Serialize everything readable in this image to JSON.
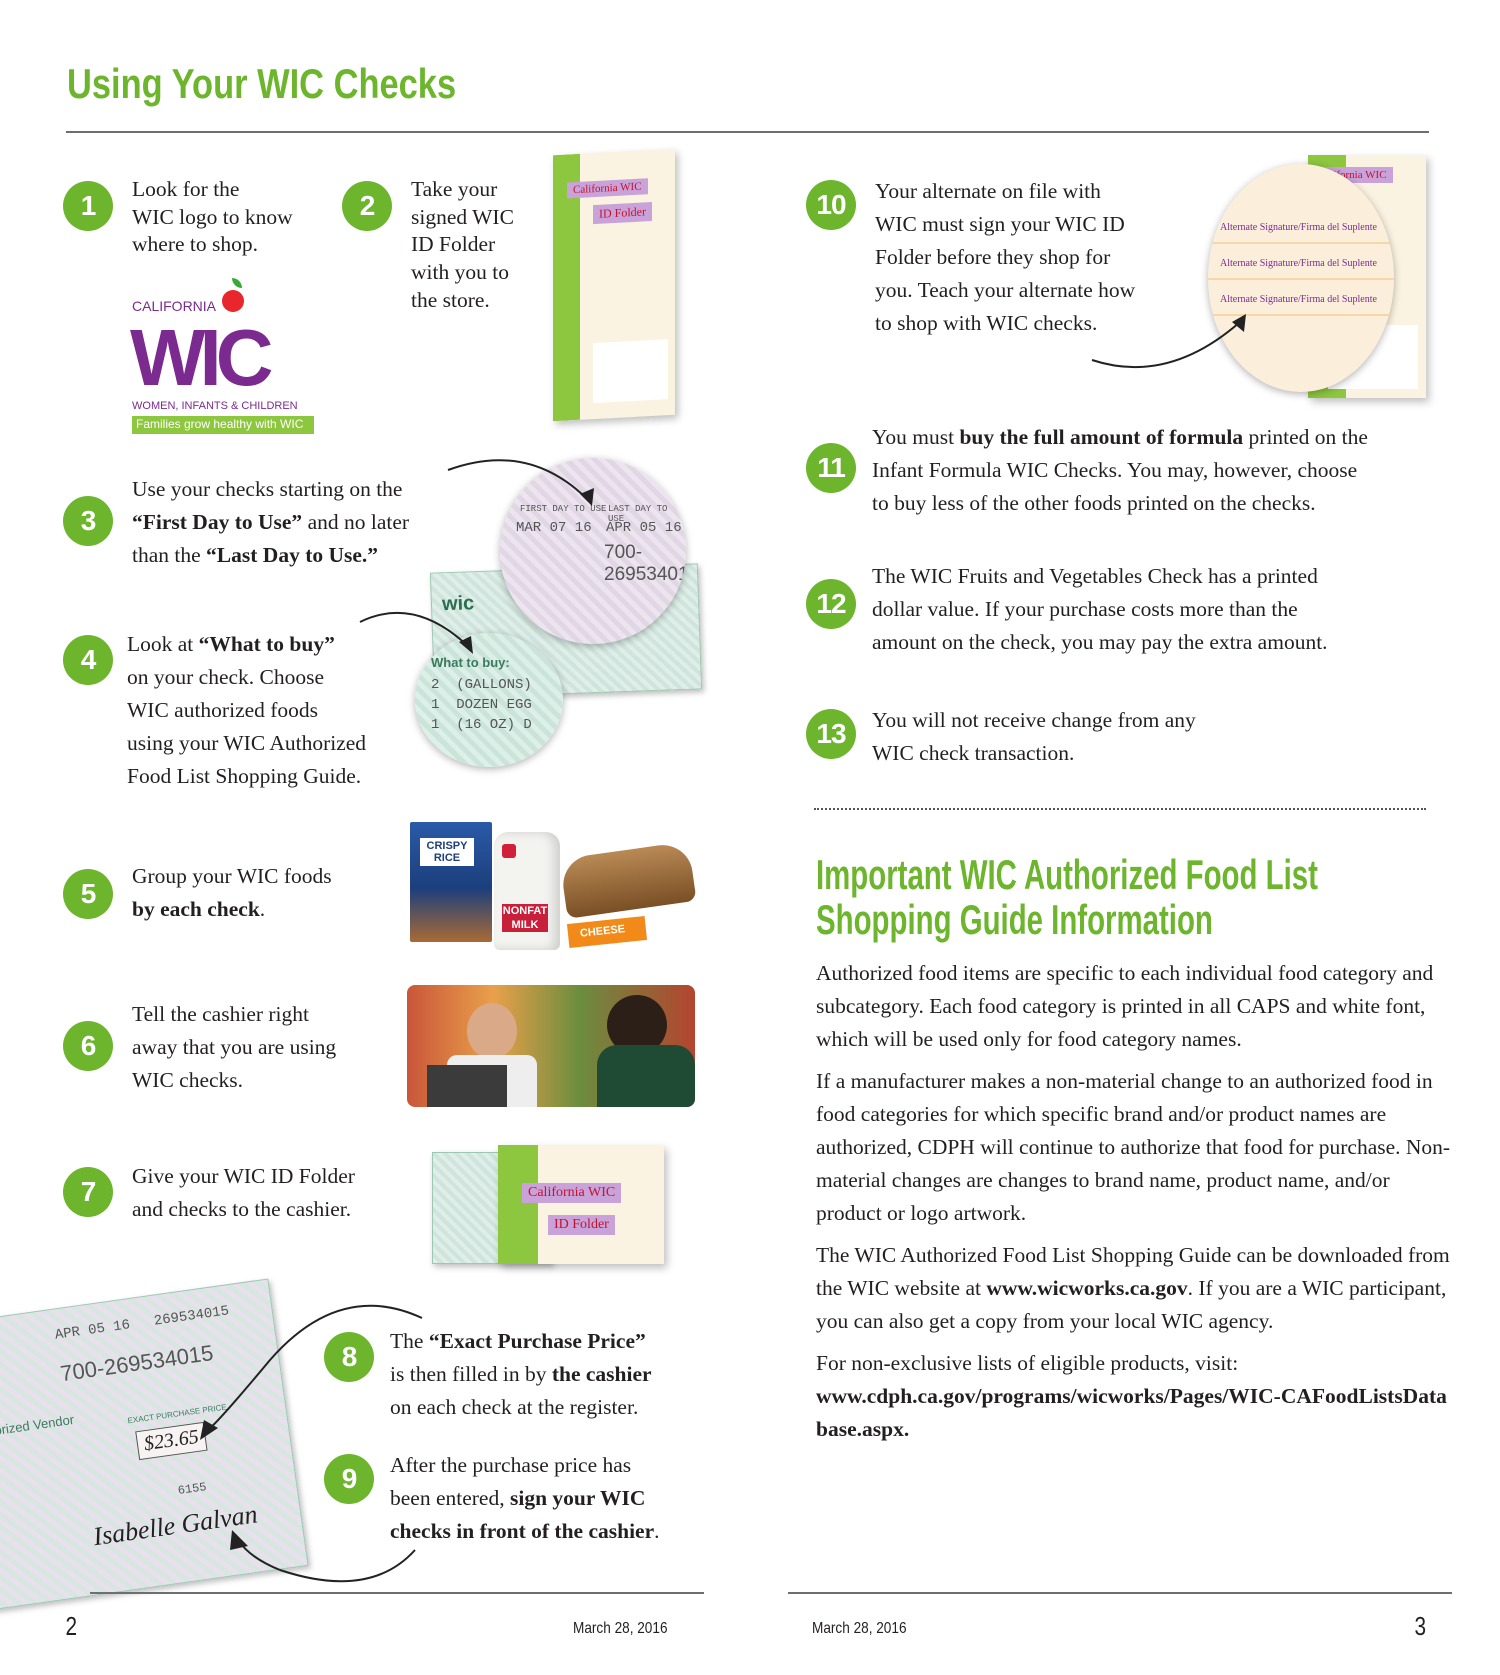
{
  "page_title": "Using Your WIC Checks",
  "steps": [
    {
      "n": "1",
      "lines": [
        "Look for the",
        "WIC logo to know",
        "where to shop."
      ]
    },
    {
      "n": "2",
      "lines": [
        "Take your",
        "signed WIC",
        "ID Folder",
        "with you to",
        "the store."
      ]
    },
    {
      "n": "3",
      "pre": "Use your checks starting on the",
      "b1": "“First Day to Use”",
      "mid": " and no later",
      "pre2": "than the ",
      "b2": "“Last Day to Use.”"
    },
    {
      "n": "4",
      "pre": "Look at ",
      "b1": "“What to buy”",
      "lines": [
        "on your check. Choose",
        "WIC authorized foods",
        "using your WIC Authorized",
        "Food List Shopping Guide."
      ]
    },
    {
      "n": "5",
      "l1": "Group your WIC foods",
      "b1": "by each check",
      "end": "."
    },
    {
      "n": "6",
      "lines": [
        "Tell the cashier right",
        "away that you are using",
        "WIC checks."
      ]
    },
    {
      "n": "7",
      "lines": [
        "Give your WIC ID Folder",
        "and checks to the cashier."
      ]
    },
    {
      "n": "8",
      "pre": "The ",
      "b1": "“Exact Purchase Price”",
      "l2pre": "is then filled in by ",
      "b2": "the cashier",
      "l3": "on each check at the register."
    },
    {
      "n": "9",
      "l1": "After the purchase price has",
      "l2pre": "been entered, ",
      "b1": "sign your WIC",
      "b2": "checks in front of the cashier",
      "end": "."
    },
    {
      "n": "10",
      "lines": [
        "Your alternate on file with",
        "WIC must sign your WIC ID",
        "Folder before they shop for",
        "you. Teach your alternate how",
        "to shop with WIC checks."
      ]
    },
    {
      "n": "11",
      "pre": "You must ",
      "b1": "buy the full amount of formula",
      "post": " printed on the",
      "lines": [
        "Infant Formula WIC Checks. You may, however, choose",
        "to buy less of the other foods printed on the checks."
      ]
    },
    {
      "n": "12",
      "lines": [
        "The WIC Fruits and Vegetables Check has a printed",
        "dollar value. If your purchase costs more than the",
        "amount on the check, you may pay the extra amount."
      ]
    },
    {
      "n": "13",
      "lines": [
        "You will not receive change from any",
        "WIC check transaction."
      ]
    }
  ],
  "logo": {
    "top": "CALIFORNIA",
    "main": "WIC",
    "sub": "WOMEN, INFANTS & CHILDREN",
    "tag": "Families grow healthy with WIC"
  },
  "folder": {
    "brand": "California WIC",
    "title": "ID Folder",
    "alt_sig": "Alternate Signature/Firma del Suplente"
  },
  "check": {
    "first_day_label": "FIRST DAY TO USE",
    "last_day_label": "LAST DAY TO USE",
    "first_day": "MAR 07 16",
    "last_day": "APR 05 16",
    "serial": "269534015",
    "number": "700-269534015",
    "vendor": "Authorized Vendor",
    "what_to_buy": "What to buy:",
    "items": [
      "2  (GALLONS)",
      "1  DOZEN EGG",
      "1  (16 OZ) D"
    ],
    "price_label": "EXACT PURCHASE PRICE",
    "price": "$23.65",
    "signature": "Isabelle Galvan",
    "code": "6155"
  },
  "food": {
    "cereal": "CRISPY RICE",
    "milk": "NONFAT MILK",
    "cheese": "CHEESE"
  },
  "section2": {
    "title_lines": [
      "Important WIC Authorized Food List",
      "Shopping Guide Information"
    ],
    "p1": "Authorized food items are specific to each individual food category and subcategory. Each food category is printed in all CAPS and white font, which will be used only for food category names.",
    "p2": "If a manufacturer makes a non-material change to an authorized food in food categories for which specific brand and/or product names are authorized, CDPH will continue to authorize that food for purchase. Non-material changes are changes to brand name, product name, and/or product or logo artwork.",
    "p3_pre": "The WIC Authorized Food List Shopping Guide can be downloaded from the WIC website at ",
    "p3_link": "www.wicworks.ca.gov",
    "p3_post": ". If you are a WIC participant, you can also get a copy from your local WIC agency.",
    "p4": "For non-exclusive lists of eligible products, visit:",
    "p4_link": "www.cdph.ca.gov/programs/wicworks/Pages/WIC-CAFoodListsDatabase.aspx."
  },
  "footer": {
    "left_page": "2",
    "right_page": "3",
    "date": "March 28, 2016"
  }
}
